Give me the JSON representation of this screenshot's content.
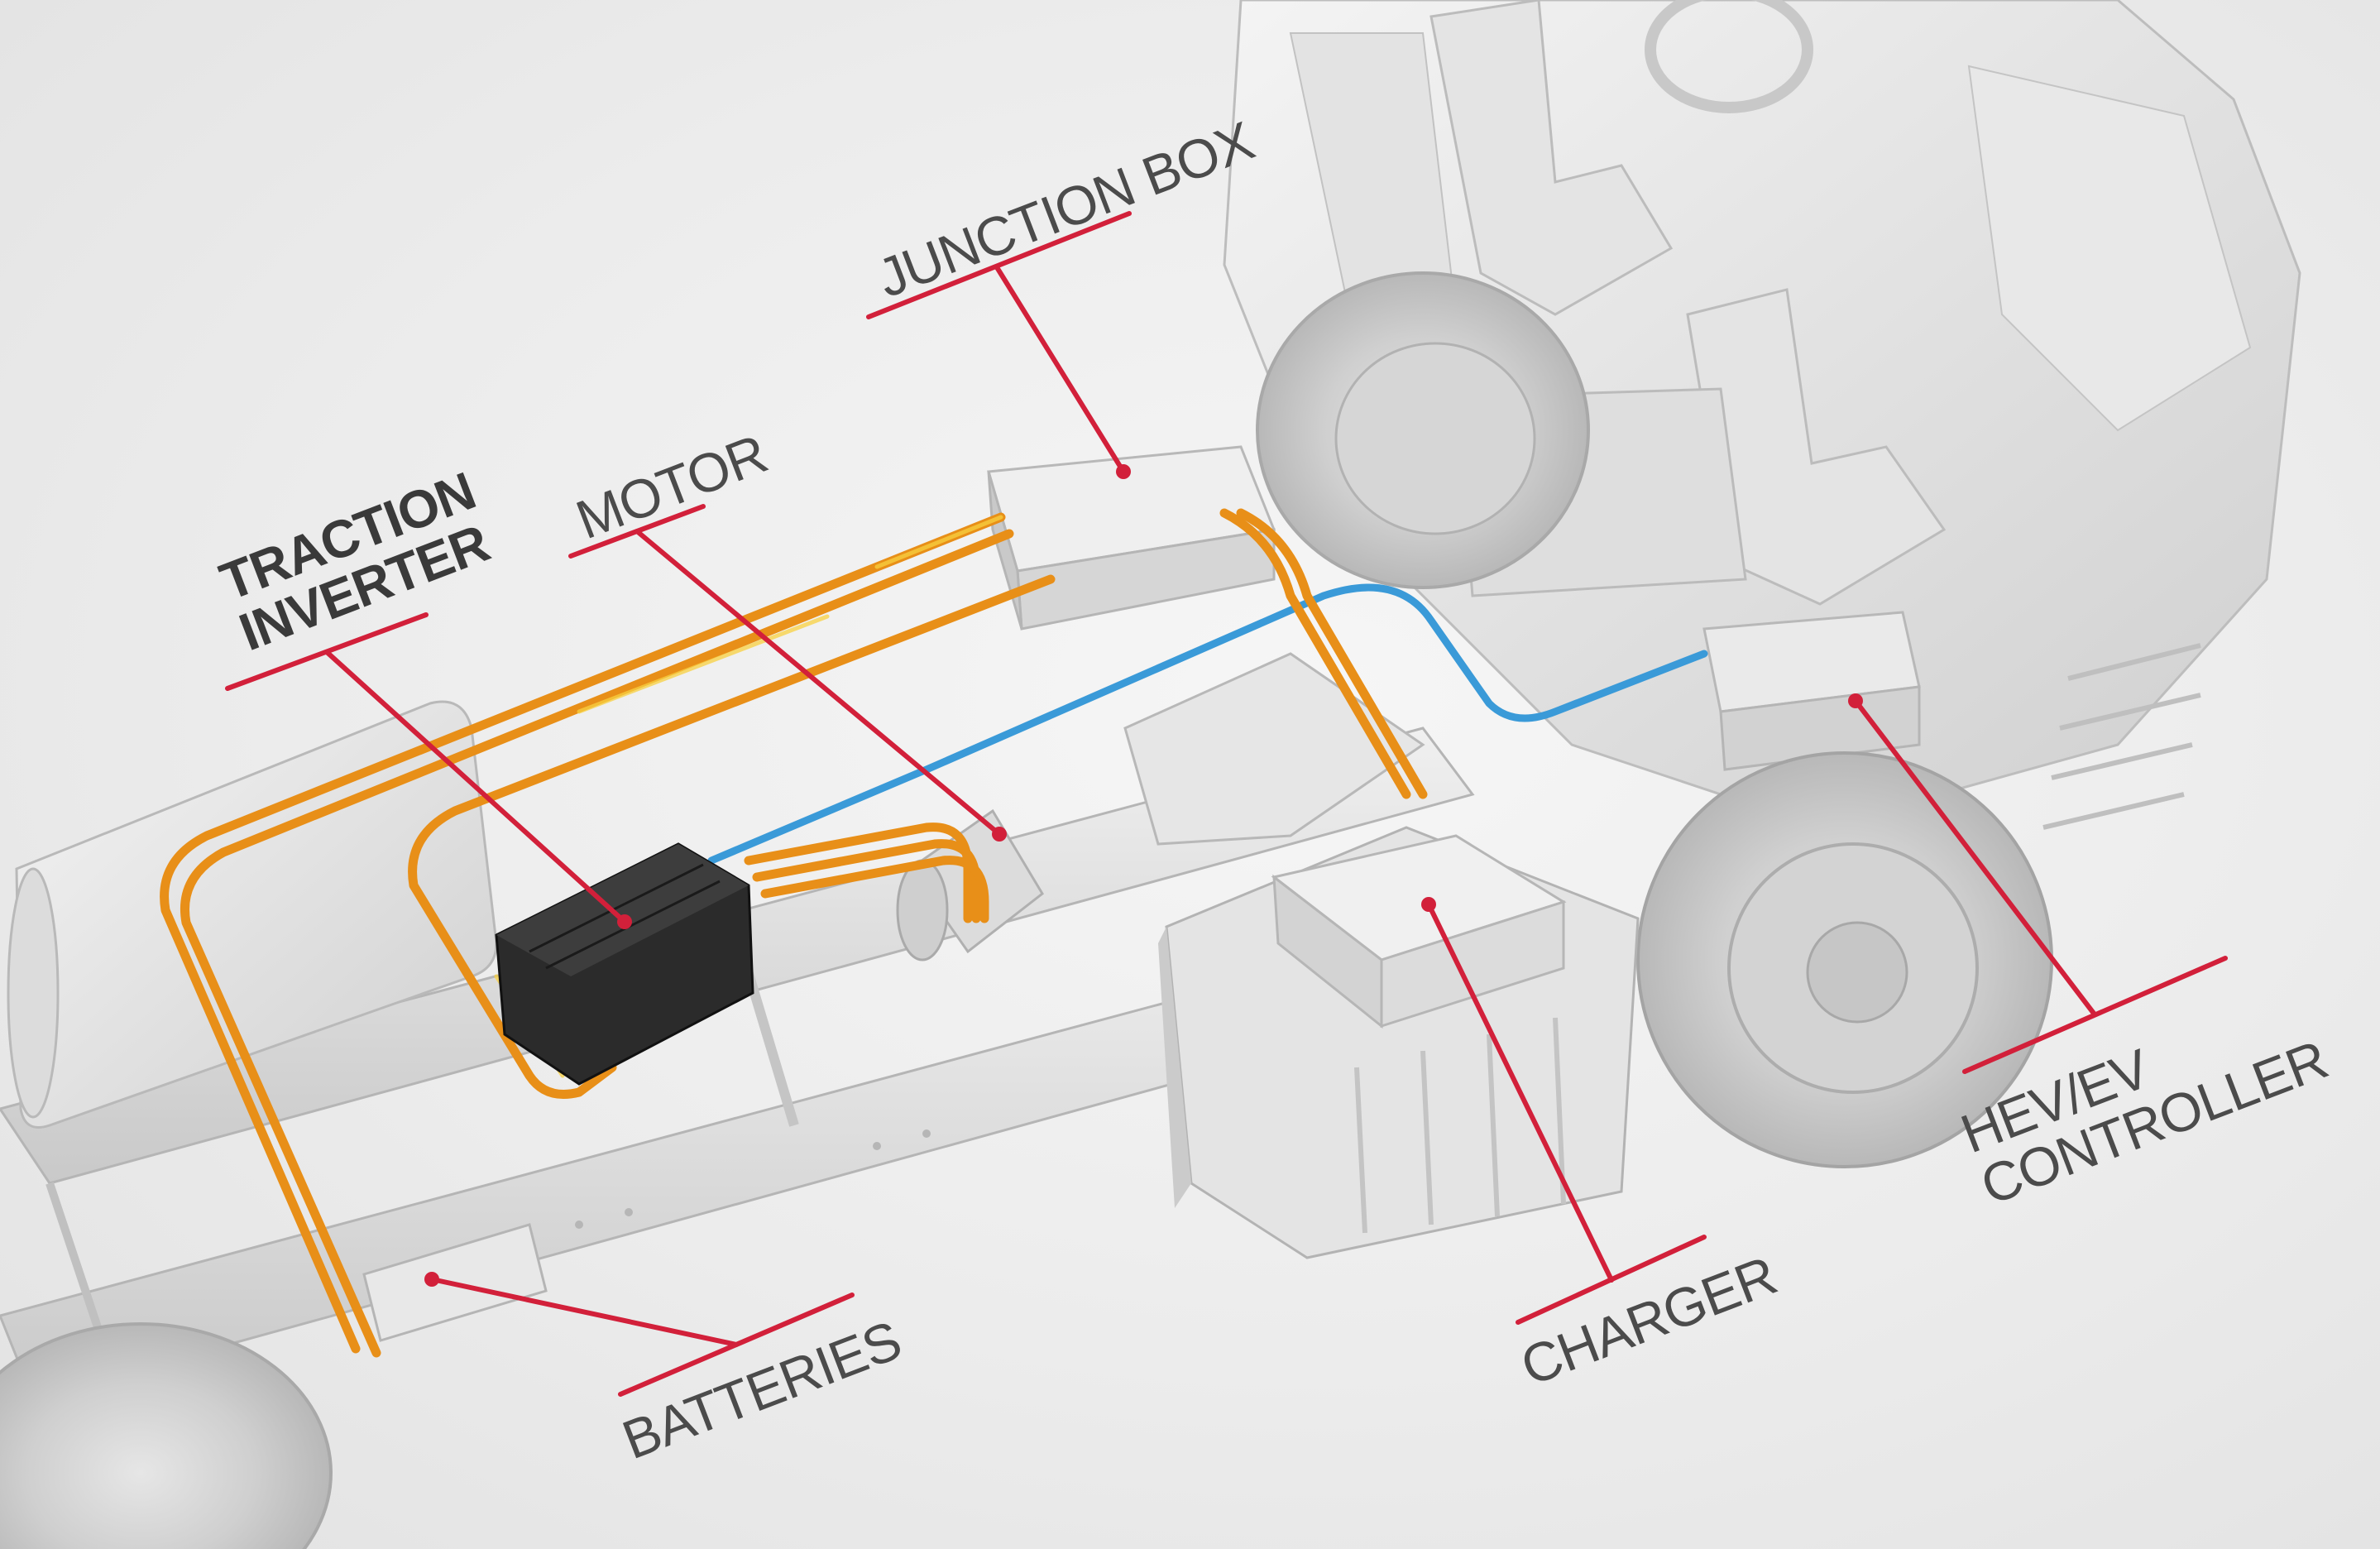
{
  "callouts": {
    "traction_inverter": {
      "line1": "TRACTION",
      "line2": "INVERTER"
    },
    "motor": {
      "label": "MOTOR"
    },
    "junction_box": {
      "label": "JUNCTION BOX"
    },
    "batteries": {
      "label": "BATTERIES"
    },
    "charger": {
      "label": "CHARGER"
    },
    "hev_ev_controller": {
      "line1": "HEV/EV",
      "line2": "CONTROLLER"
    }
  },
  "colors": {
    "accent_line": "#d2203a",
    "high_voltage_cable": "#f0a020",
    "coolant_line": "#3a9ad8",
    "inverter_body": "#2b2b2b",
    "truck_body": "#dcdcdc"
  }
}
